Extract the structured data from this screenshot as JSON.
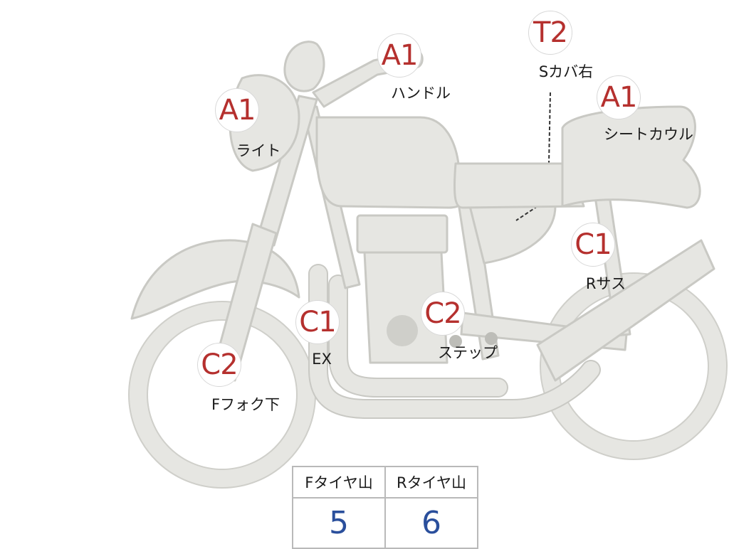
{
  "points": [
    {
      "id": "handle",
      "grade": "A1",
      "label": "ハンドル"
    },
    {
      "id": "light",
      "grade": "A1",
      "label": "ライト"
    },
    {
      "id": "side-cover-right",
      "grade": "T2",
      "label": "Sカバ右"
    },
    {
      "id": "seat-cowl",
      "grade": "A1",
      "label": "シートカウル"
    },
    {
      "id": "rear-suspension",
      "grade": "C1",
      "label": "Rサス"
    },
    {
      "id": "exhaust",
      "grade": "C1",
      "label": "EX"
    },
    {
      "id": "step",
      "grade": "C2",
      "label": "ステップ"
    },
    {
      "id": "front-fork-lower",
      "grade": "C2",
      "label": "Fフォク下"
    }
  ],
  "tires": {
    "front_header": "Fタイヤ山",
    "rear_header": "Rタイヤ山",
    "front_value": "5",
    "rear_value": "6"
  },
  "colors": {
    "grade_text": "#b5302e",
    "tire_value": "#2a4f9c",
    "bike_fill": "#e6e6e2"
  }
}
